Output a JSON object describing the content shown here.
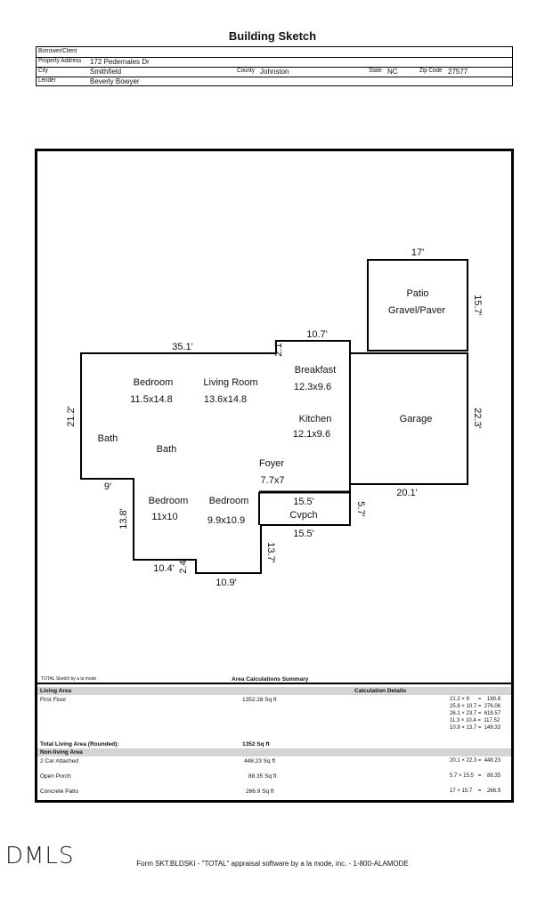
{
  "title": "Building Sketch",
  "header": {
    "borrower_label": "Borrower/Client",
    "borrower_value": "",
    "address_label": "Property Address",
    "address_value": "172 Pedernales Dr",
    "city_label": "City",
    "city_value": "Smithfield",
    "county_label": "County",
    "county_value": "Johnston",
    "state_label": "State",
    "state_value": "NC",
    "zip_label": "Zip Code",
    "zip_value": "27577",
    "lender_label": "Lender",
    "lender_value": "Beverly Bowyer"
  },
  "sketch": {
    "rooms": {
      "patio": "Patio",
      "patio_sub": "Gravel/Paver",
      "breakfast": "Breakfast",
      "breakfast_dim": "12.3x9.6",
      "bedroom1": "Bedroom",
      "bedroom1_dim": "11.5x14.8",
      "living": "Living Room",
      "living_dim": "13.6x14.8",
      "kitchen": "Kitchen",
      "kitchen_dim": "12.1x9.6",
      "garage": "Garage",
      "bath1": "Bath",
      "bath2": "Bath",
      "foyer": "Foyer",
      "foyer_dim": "7.7x7",
      "bedroom2": "Bedroom",
      "bedroom2_dim": "11x10",
      "bedroom3": "Bedroom",
      "bedroom3_dim": "9.9x10.9",
      "porch_dim": "15.5'",
      "porch": "Cvpch"
    },
    "dims": {
      "patio_top": "17'",
      "patio_right": "15.7'",
      "top_left": "35.1'",
      "step": "2.1'",
      "top_mid": "10.7'",
      "left": "21.2'",
      "garage_right": "22.3'",
      "garage_bottom": "20.1'",
      "left_step": "9'",
      "porch_side": "5.7'",
      "porch_bottom": "15.5'",
      "left_lower": "13.8'",
      "mid_right": "13.7'",
      "bottom_left": "10.4'",
      "bottom_step": "2.4",
      "bottom_right": "10.9'"
    },
    "credit": "TOTAL Sketch by a la mode"
  },
  "summary": {
    "title": "Area Calculations Summary",
    "living_area_label": "Living Area",
    "calc_details_label": "Calculation Details",
    "first_floor_label": "First Floor",
    "first_floor_value": "1352.28 Sq ft",
    "calc_lines": [
      "21.2 × 9      =    190.8",
      "25.8 × 10.7 =  276.06",
      "26.1 × 23.7 =  618.57",
      "11.3 × 10.4 =  117.52",
      "10.9 × 13.7 =  149.33"
    ],
    "total_label": "Total Living Area (Rounded):",
    "total_value": "1352 Sq ft",
    "nonliving_label": "Non-living Area",
    "nonliving": [
      {
        "label": "2 Car Attached",
        "value": "448.23 Sq ft",
        "calc": "20.1 × 22.3 =  448.23"
      },
      {
        "label": "Open Porch",
        "value": "88.35 Sq ft",
        "calc": "5.7 × 15.5   =    88.35"
      },
      {
        "label": "Concrete Patio",
        "value": "266.9 Sq ft",
        "calc": "17 × 15.7    =    266.9"
      }
    ]
  },
  "logo_text": "DMLS",
  "footer": "Form SKT.BLDSKI - \"TOTAL\" appraisal software by a la mode, inc. - 1-800-ALAMODE"
}
